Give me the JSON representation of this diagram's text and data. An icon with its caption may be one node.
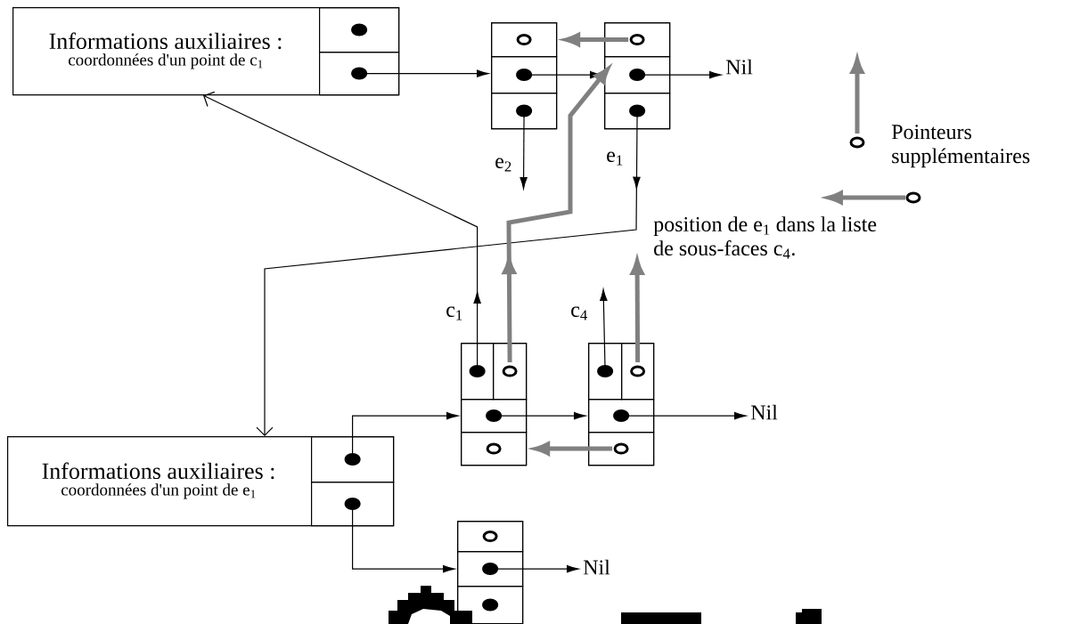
{
  "diagram": {
    "nodes": [
      {
        "text": [
          "Informations auxiliaires :",
          "coordonnées d'un point de c$_{1}$"
        ]
      },
      {
        "text": [],
        "shape": "box",
        "in": 0
      },
      {
        "text": [],
        "shape": "box",
        "in": 0
      },
      {
        "text": [],
        "shape": "box"
      },
      {
        "text": [],
        "shape": "box",
        "in": 3
      },
      {
        "text": [],
        "shape": "box",
        "in": 3
      },
      {
        "text": [],
        "shape": "box",
        "in": 3
      },
      {
        "text": [],
        "shape": "box"
      },
      {
        "text": [],
        "shape": "box",
        "in": 7
      },
      {
        "text": [],
        "shape": "box",
        "in": 7
      },
      {
        "text": [],
        "shape": "box",
        "in": 7
      },
      {
        "text": [],
        "shape": "box"
      },
      {
        "text": [],
        "shape": "box",
        "in": 11
      },
      {
        "text": [],
        "shape": "box",
        "in": 11
      },
      {
        "text": [],
        "shape": "box",
        "in": 11
      },
      {
        "text": [],
        "shape": "box",
        "in": 11
      },
      {
        "text": [],
        "shape": "box"
      },
      {
        "text": [],
        "shape": "box",
        "in": 16
      },
      {
        "text": [],
        "shape": "box",
        "in": 16
      },
      {
        "text": [],
        "shape": "box",
        "in": 16
      },
      {
        "text": [],
        "shape": "box",
        "in": 16
      },
      {
        "text": [
          "Informations auxiliaires :",
          "coordonnées d'un point de e$_{1}$"
        ]
      },
      {
        "text": [],
        "shape": "box",
        "in": 21
      },
      {
        "text": [],
        "shape": "box",
        "in": 21
      },
      {
        "text": [],
        "shape": "box"
      },
      {
        "text": [],
        "shape": "box",
        "in": 24
      },
      {
        "text": [],
        "shape": "box",
        "in": 24
      },
      {
        "text": [],
        "shape": "box",
        "in": 24
      },
      {
        "text": [
          "Nil"
        ]
      },
      {
        "text": [
          "Nil"
        ]
      },
      {
        "text": [
          "Nil"
        ]
      }
    ],
    "edges": [
      {
        "from": 2,
        "to": 5,
        "arrow": "to"
      },
      {
        "from": 5,
        "to": 9,
        "arrow": "to"
      },
      {
        "from": 9,
        "to": 28,
        "arrow": "to"
      },
      {
        "from": 6,
        "to": null,
        "arrow": "to",
        "label": "e$_{2}$"
      },
      {
        "from": 10,
        "to": 21,
        "arrow": "to",
        "label": "e$_{1}$"
      },
      {
        "from": 12,
        "to": 0,
        "arrow": "to",
        "label": "c$_{1}$"
      },
      {
        "from": 17,
        "to": null,
        "arrow": "to",
        "label": "c$_{4}$"
      },
      {
        "from": 22,
        "to": 14,
        "arrow": "to"
      },
      {
        "from": 14,
        "to": 19,
        "arrow": "to"
      },
      {
        "from": 19,
        "to": 29,
        "arrow": "to"
      },
      {
        "from": 23,
        "to": 26,
        "arrow": "to"
      },
      {
        "from": 26,
        "to": 30,
        "arrow": "to"
      },
      {
        "from": 8,
        "to": 4,
        "arrow": "to",
        "style": "thick",
        "color": "#808080"
      },
      {
        "from": 13,
        "to": 9,
        "arrow": "to",
        "style": "thick",
        "color": "#808080"
      },
      {
        "from": 18,
        "to": null,
        "arrow": "to",
        "style": "thick",
        "color": "#808080"
      },
      {
        "from": 20,
        "to": 15,
        "arrow": "to",
        "style": "thick",
        "color": "#808080"
      }
    ],
    "labels": [
      "position de e$_{1}$ dans la liste de sous-faces c$_{4}$."
    ],
    "legend": [
      {
        "text": "Pointeurs supplémentaires"
      }
    ]
  }
}
